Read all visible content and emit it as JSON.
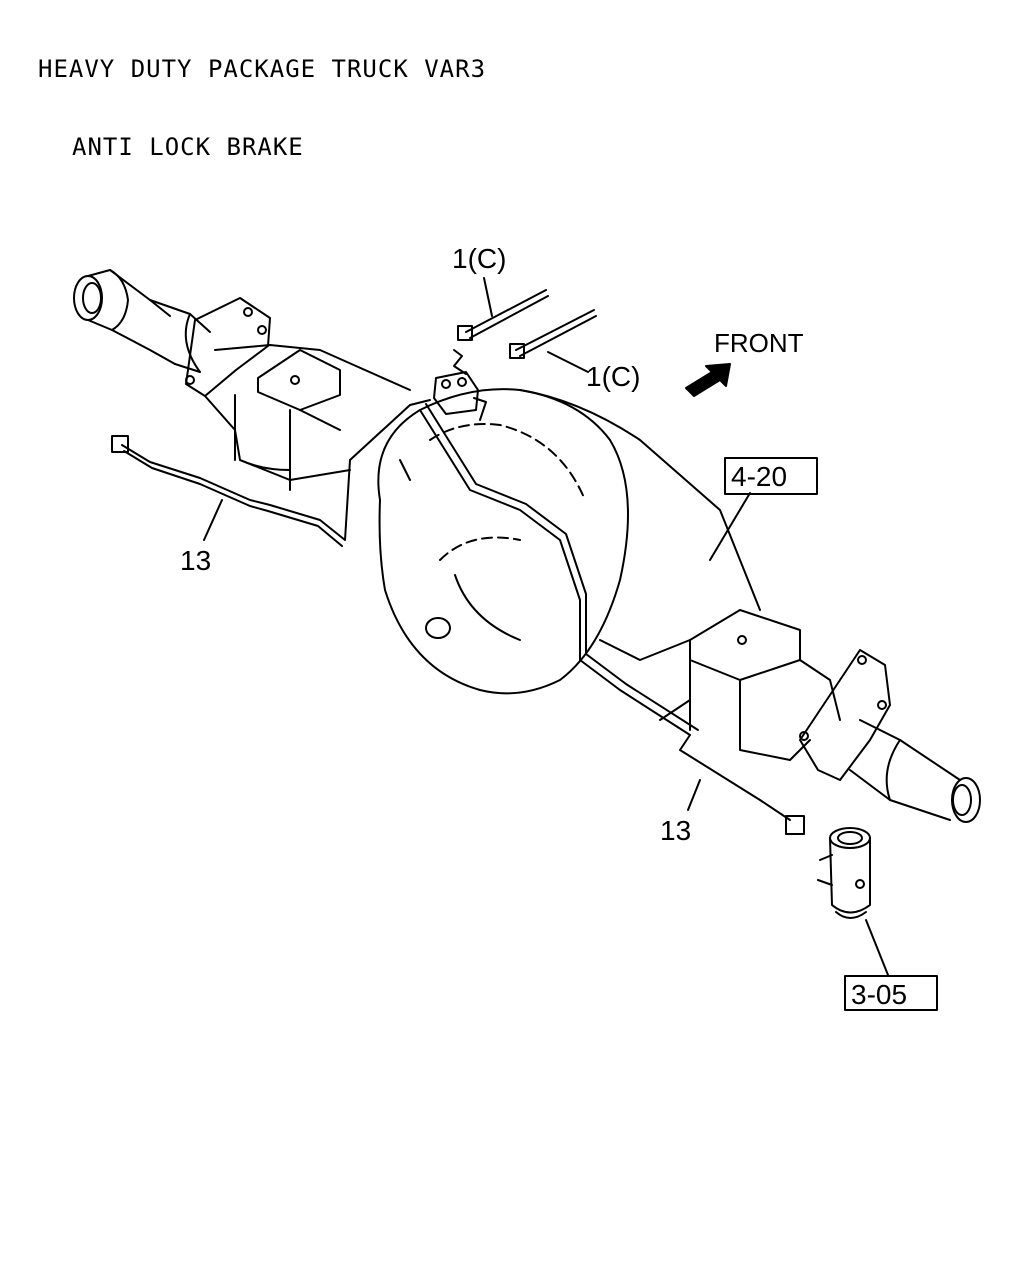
{
  "header": {
    "title_line1": "HEAVY DUTY PACKAGE TRUCK VAR3",
    "title_line2": "ANTI LOCK BRAKE"
  },
  "callouts": {
    "pipe_upper_left": "1(C)",
    "pipe_upper_right": "1(C)",
    "front_label": "FRONT",
    "axle_ref": "4-20",
    "pipe_left": "13",
    "pipe_right": "13",
    "cylinder_ref": "3-05"
  },
  "colors": {
    "ink": "#000000",
    "paper": "#ffffff"
  },
  "icons": {
    "direction": "front-arrow-icon"
  }
}
